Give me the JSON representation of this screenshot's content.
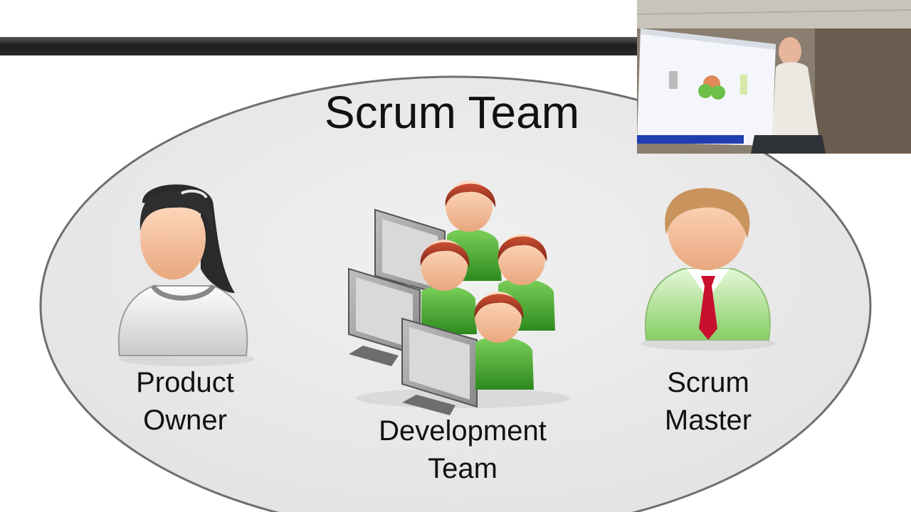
{
  "slide": {
    "title": "Scrum Team",
    "roles": {
      "product_owner": {
        "line1": "Product",
        "line2": "Owner",
        "icon": "woman-avatar-icon"
      },
      "development_team": {
        "line1": "Development",
        "line2": "Team",
        "icon": "developers-at-computers-icon"
      },
      "scrum_master": {
        "line1": "Scrum",
        "line2": "Master",
        "icon": "man-with-tie-avatar-icon"
      }
    }
  },
  "presenter_inset": {
    "content": "camera view of presenter beside projected slide"
  },
  "colors": {
    "ellipse_fill": "#ebebeb",
    "ellipse_border": "#6e6e6e",
    "hair_red": "#a5321c",
    "shirt_green": "#3fa82c",
    "tie_red": "#c8102e"
  }
}
